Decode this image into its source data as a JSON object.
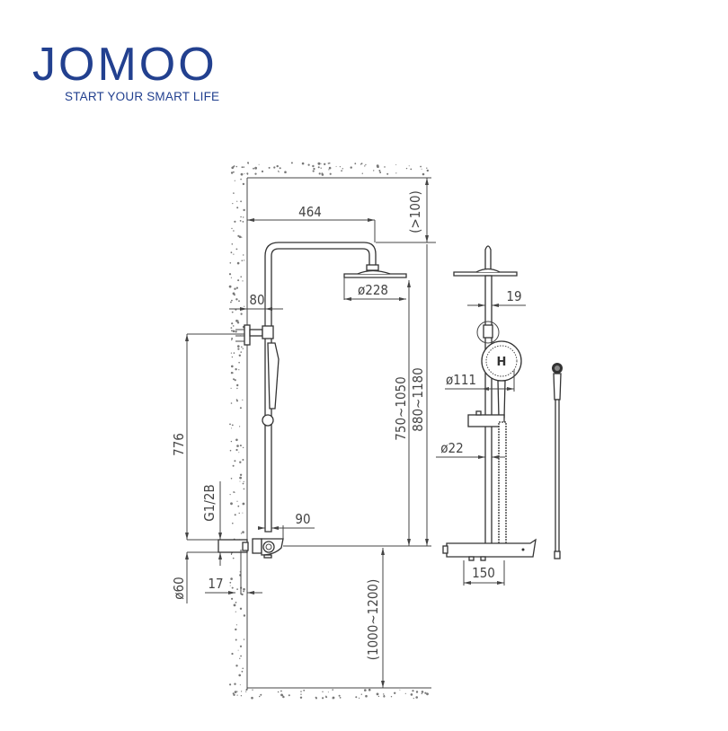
{
  "logo": {
    "brand": "JOMOO",
    "slogan": "START YOUR SMART LIFE",
    "color": "#22408f"
  },
  "dimensions": {
    "arm_length": "464",
    "ceiling_clearance": "(>100)",
    "head_diameter": "ø228",
    "wall_offset": "80",
    "bracket_height": "776",
    "adjust_range": "750~1050",
    "total_range": "880~1180",
    "thread": "G1/2B",
    "mixer_offset": "90",
    "escutcheon_diameter": "ø60",
    "wall_gap": "17",
    "mixer_height": "(1000~1200)",
    "pole_offset": "19",
    "hand_shower_diameter": "ø111",
    "pipe_diameter": "ø22",
    "inlet_spacing": "150"
  }
}
